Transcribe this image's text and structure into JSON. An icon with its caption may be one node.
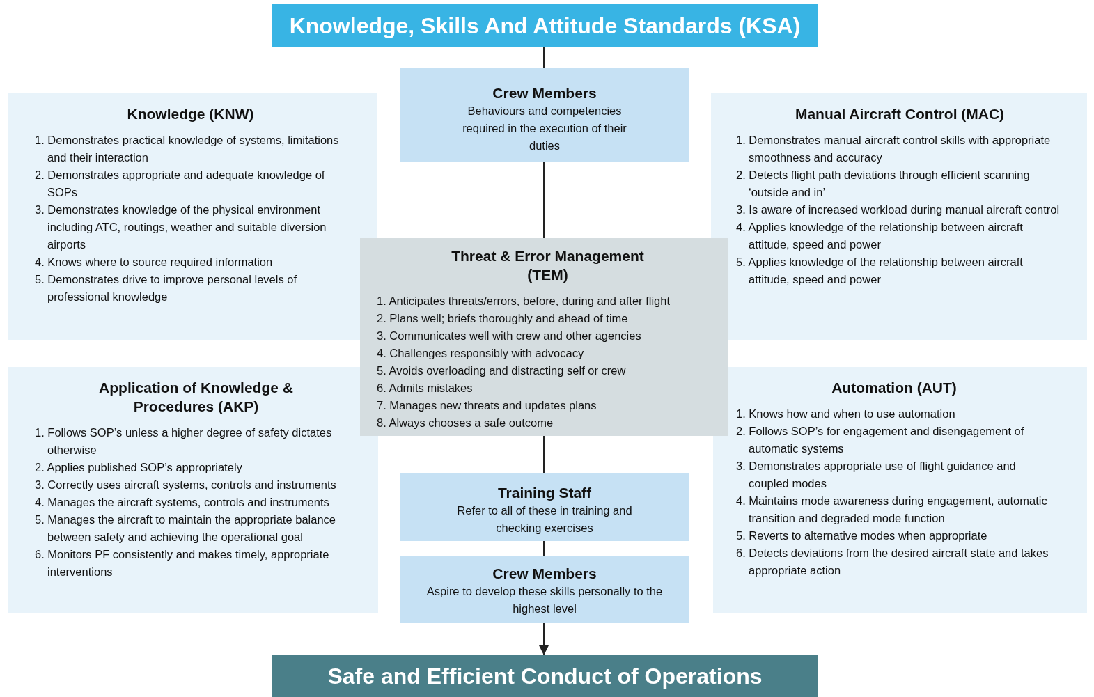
{
  "diagram": {
    "nodes": [
      {
        "text": [
          "Knowledge, Skills And Attitude Standards (KSA)"
        ]
      },
      {
        "text": [
          "Crew Members",
          "Behaviours and competencies required in the execution of their duties"
        ]
      },
      {
        "text": [
          "Knowledge (KNW)",
          "1. Demonstrates practical knowledge of systems, limitations and their interaction",
          "2. Demonstrates appropriate and adequate knowledge of SOPs",
          "3. Demonstrates knowledge of the physical environment including ATC, routings, weather and suitable diversion airports",
          "4. Knows where to source required information",
          "5. Demonstrates drive to improve personal levels of professional knowledge"
        ]
      },
      {
        "text": [
          "Manual Aircraft Control (MAC)",
          "1. Demonstrates manual aircraft control skills with appropriate smoothness and accuracy",
          "2. Detects flight path deviations through efficient scanning ‘outside and in’",
          "3. Is aware of increased workload during manual aircraft control",
          "4. Applies knowledge of the relationship between aircraft attitude, speed and power",
          "5. Applies knowledge of the relationship between aircraft attitude, speed and power"
        ]
      },
      {
        "text": [
          "Threat & Error Management (TEM)",
          "1. Anticipates threats/errors, before, during and after flight",
          "2. Plans well; briefs thoroughly and ahead of time",
          "3. Communicates well with crew and other agencies",
          "4. Challenges responsibly with advocacy",
          "5. Avoids overloading and distracting self or crew",
          "6. Admits mistakes",
          "7. Manages new threats and updates plans",
          "8. Always chooses a safe outcome"
        ]
      },
      {
        "text": [
          "Application of Knowledge & Procedures (AKP)",
          "1. Follows SOP’s unless a higher degree of safety dictates otherwise",
          "2. Applies published SOP’s appropriately",
          "3. Correctly uses aircraft systems, controls and instruments",
          "4. Manages the aircraft systems, controls and instruments",
          "5. Manages the aircraft to maintain the appropriate balance between safety and achieving the operational goal",
          "6. Monitors PF consistently and makes timely, appropriate interventions"
        ]
      },
      {
        "text": [
          "Automation (AUT)",
          "1. Knows how and when to use automation",
          "2. Follows SOP’s for engagement and disengagement of automatic systems",
          "3. Demonstrates appropriate use of flight guidance and coupled modes",
          "4. Maintains mode awareness during engagement, automatic transition and degraded mode function",
          "5. Reverts to alternative modes when appropriate",
          "6. Detects deviations from the desired aircraft state and takes appropriate action"
        ]
      },
      {
        "text": [
          "Training Staff",
          "Refer to all of these in training and checking exercises"
        ]
      },
      {
        "text": [
          "Crew Members",
          "Aspire to develop these skills personally to the highest level"
        ]
      },
      {
        "text": [
          "Safe and Efficient Conduct of Operations"
        ]
      }
    ],
    "edges": [
      {
        "from": 0,
        "to": 1,
        "arrow": "none"
      },
      {
        "from": 1,
        "to": 4,
        "arrow": "none"
      },
      {
        "from": 4,
        "to": 7,
        "arrow": "none"
      },
      {
        "from": 7,
        "to": 8,
        "arrow": "none"
      },
      {
        "from": 8,
        "to": 9,
        "arrow": "to"
      }
    ]
  }
}
